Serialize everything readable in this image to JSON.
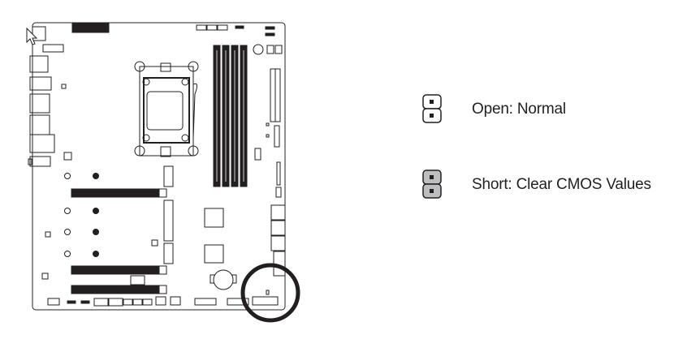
{
  "legend": [
    {
      "state": "open",
      "label": "Open: Normal",
      "fill": "#ffffff"
    },
    {
      "state": "short",
      "label": "Short: Clear CMOS Values",
      "fill": "#bcbec0"
    }
  ],
  "colors": {
    "line": "#231f20",
    "highlight_circle": "#231f20"
  }
}
